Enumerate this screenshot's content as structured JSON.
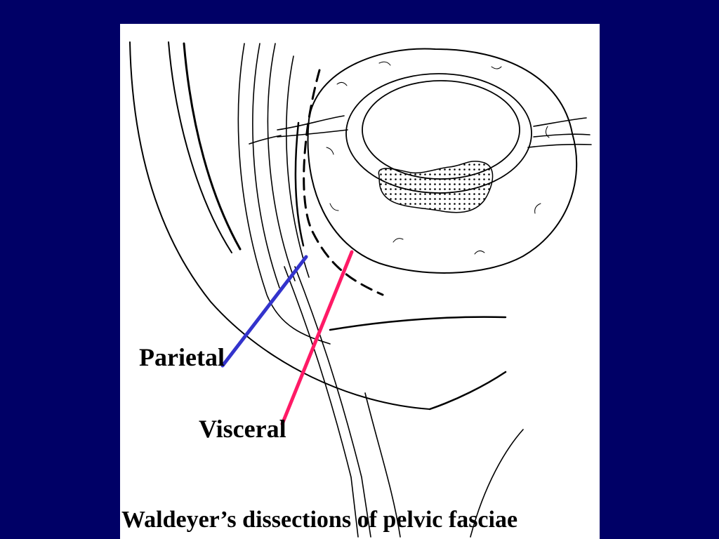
{
  "labels": {
    "parietal": "Parietal",
    "visceral": "Visceral"
  },
  "caption": "Waldeyer’s dissections of  pelvic fasciae",
  "colors": {
    "background": "#000066",
    "panel": "#ffffff",
    "parietal_leader": "#3333cc",
    "visceral_leader": "#ff1a66",
    "ink": "#000000"
  }
}
